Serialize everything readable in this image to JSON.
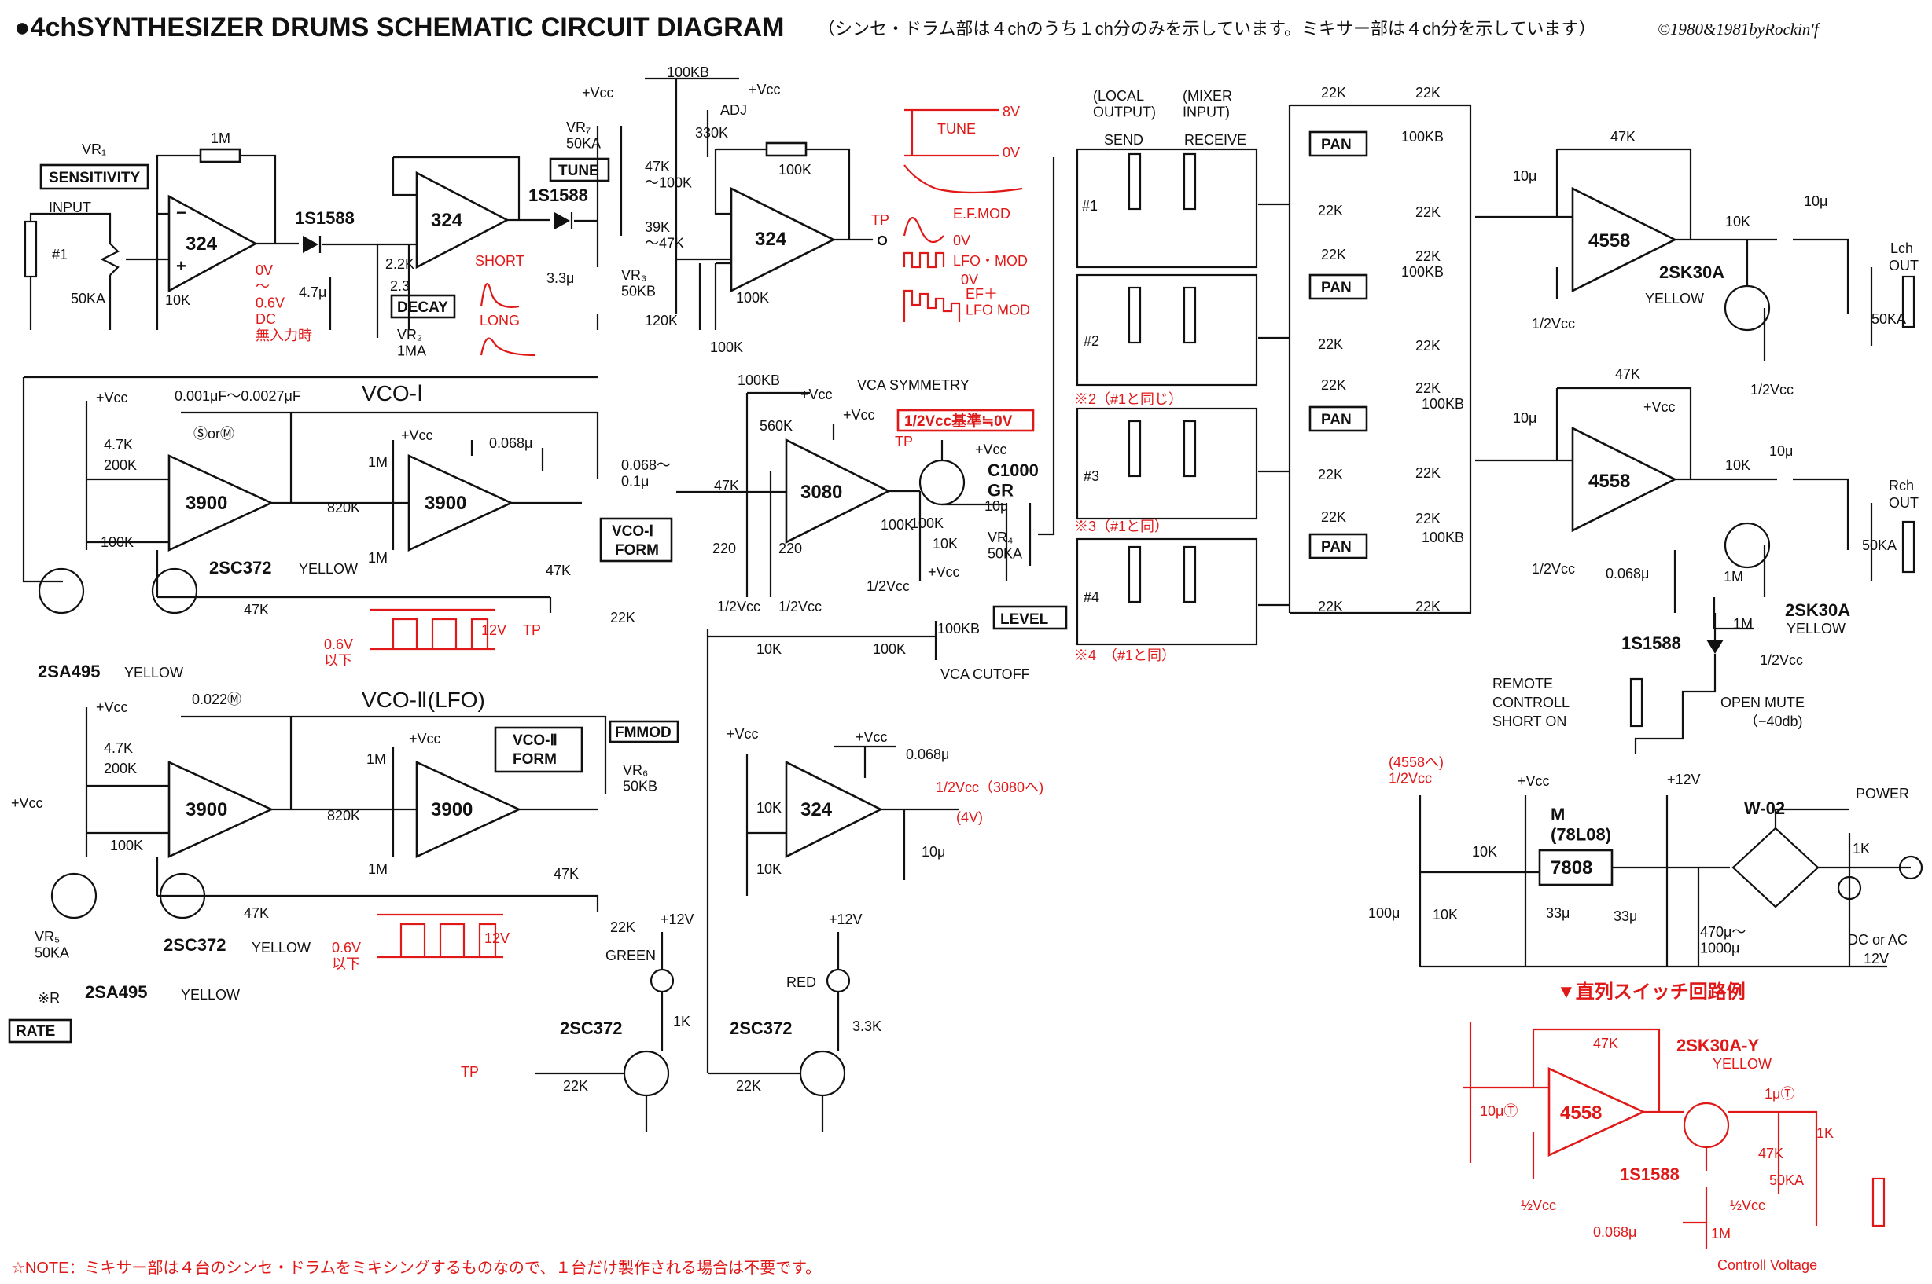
{
  "header": {
    "title": "●4chSYNTHESIZER DRUMS SCHEMATIC CIRCUIT DIAGRAM",
    "subtitle": "（シンセ・ドラム部は４chのうち１ch分のみを示しています。ミキサー部は４ch分を示しています）",
    "copyright": "©1980&1981byRockin'f"
  },
  "boxed_labels": {
    "sensitivity": "SENSITIVITY",
    "tune": "TUNE",
    "decay": "DECAY",
    "level": "LEVEL",
    "vco1_form_a": "VCO-Ⅰ",
    "vco1_form_b": "FORM",
    "vco2_form_a": "VCO-Ⅱ",
    "vco2_form_b": "FORM",
    "fmmod": "FMMOD",
    "rate": "RATE",
    "pan": "PAN",
    "half_vcc_ref": "1/2Vcc基準≒0V"
  },
  "chips": {
    "op324": "324",
    "ota3080": "3080",
    "n3900": "3900",
    "op4558": "4558",
    "reg7808": "7808"
  },
  "sections": {
    "vco1": "VCO-Ⅰ",
    "vco2": "VCO-Ⅱ(LFO)",
    "vca_symmetry": "VCA  SYMMETRY",
    "vca_cutoff": "VCA CUTOFF",
    "local_output": "(LOCAL\nOUTPUT)",
    "mixer_input": "(MIXER\nINPUT)",
    "send": "SEND",
    "receive": "RECEIVE",
    "remote": "REMOTE",
    "controll": "CONTROLL",
    "short_on": "SHORT ON",
    "open_mute": "OPEN  MUTE",
    "minus40db": "（−40db)",
    "power": "POWER",
    "dc_or_ac": "DC or AC",
    "v12": "12V",
    "lch_out_a": "Lch",
    "lch_out_b": "OUT",
    "rch_out_a": "Rch",
    "rch_out_b": "OUT",
    "input": "INPUT",
    "adj": "ADJ",
    "tp": "TP",
    "series_switch_example": "▼直列スイッチ回路例",
    "control_voltage": "Controll Voltage",
    "note_footer": "☆NOTE：ミキサー部は４台のシンセ・ドラムをミキシングするものなので、１台だけ製作される場合は不要です。"
  },
  "channels": [
    "#1",
    "#2",
    "#3",
    "#4"
  ],
  "channel_notes": [
    "※2（#1と同じ）",
    "※3（#1と同）",
    "※4　（#1と同）"
  ],
  "parts": {
    "diode_1s1588": "1S1588",
    "tr_2sa495": "2SA495",
    "tr_2sc372": "2SC372",
    "tr_2sk30a": "2SK30A",
    "tr_2sk30a_y": "2SK30A-Y",
    "tr_c1000gr": "C1000\nGR",
    "bridge": "W-02",
    "reg_m": "M\n(78L08)",
    "yellow": "YELLOW",
    "green": "GREEN",
    "red": "RED"
  },
  "component_values": {
    "r1m": "1M",
    "r10k": "10K",
    "r22k": "22K",
    "r47k": "47K",
    "r100k": "100K",
    "r4_7k": "4.7K",
    "r200k": "200K",
    "r820k": "820K",
    "r2_2k": "2.2K",
    "r120k": "120K",
    "r330k": "330K",
    "r560k": "560K",
    "r220": "220",
    "r1k": "1K",
    "r3_3k": "3.3K",
    "r39k": "39K",
    "vr1": "VR₁",
    "vr1_val": "50KA",
    "vr2": "VR₂\n1MA",
    "vr3": "VR₃\n50KB",
    "vr7": "VR₇\n50KA",
    "vr4": "VR₄\n50KA",
    "vr5": "VR₅\n50KA",
    "vr6": "VR₆\n50KB",
    "r100kb": "100KB",
    "r47k_100k": "47K\n～100K",
    "r39k_47k": "39K\n～47K",
    "c4_7u": "4.7μ",
    "c2_3": "2.3",
    "c3_3u": "3.3μ",
    "c10u": "10μ",
    "c0068u": "0.068μ",
    "c0068_01": "0.068～\n0.1μ",
    "c0001": "0.001μF～0.0027μF",
    "c0022": "0.022Ⓜ",
    "c100u": "100μ",
    "c33u": "33μ",
    "c470_1000": "470μ～\n1000μ",
    "c1u": "1μⓉ",
    "c10uT": "10μⓉ",
    "s_or_m": "ⓈorⓂ",
    "r50ka": "50KA"
  },
  "supply": {
    "vcc": "+Vcc",
    "half_vcc": "1/2Vcc",
    "half_vcc2": "½Vcc",
    "p12v": "+12V",
    "v3080": "1/2Vcc（3080へ)",
    "v4v": "(4V)",
    "from4558": "(4558へ)\n1/2Vcc"
  },
  "red_annotations": {
    "dc_range": "0V\n～\n0.6V\nDC\n無入力時",
    "short": "SHORT",
    "long": "LONG",
    "v8v": "8V",
    "tune": "TUNE",
    "v0v": "0V",
    "ef_mod": "E.F.MOD",
    "lfo_mod": "LFO・MOD",
    "ef_lfo_mod": "EF＋\nLFO MOD",
    "v06_pulse": "0.6V\n以下",
    "v12_pulse": "12V"
  },
  "colors": {
    "ink": "#111111",
    "annotation_red": "#e01818",
    "paper": "#ffffff"
  }
}
